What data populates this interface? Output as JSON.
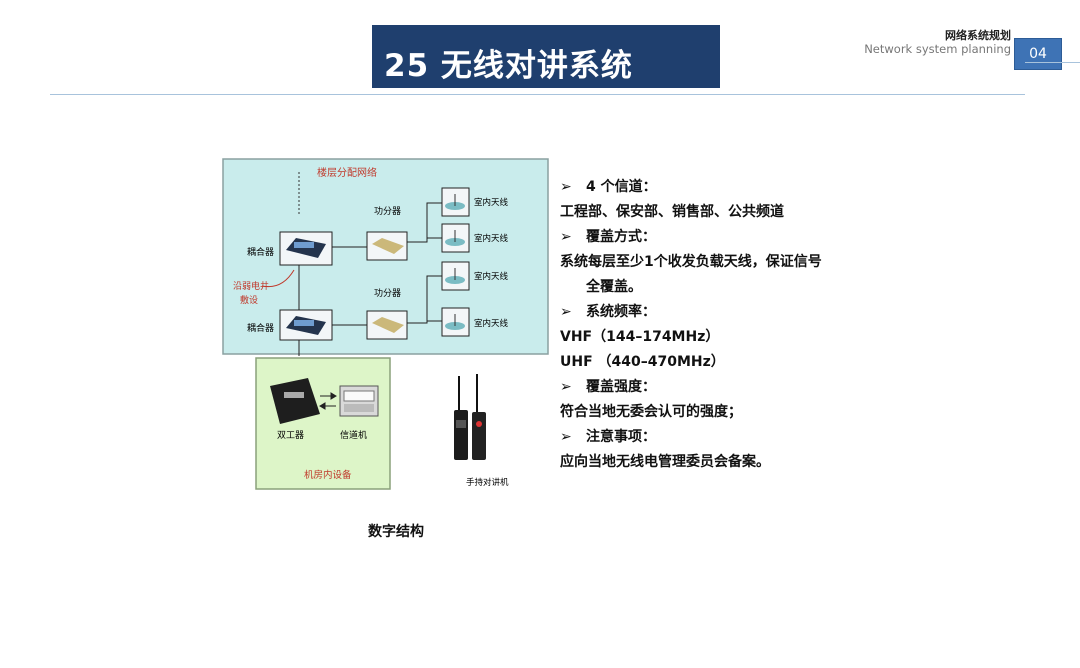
{
  "header": {
    "title": "25 无线对讲系统",
    "section_cn": "网络系统规划",
    "section_en": "Network system planning",
    "page_number": "04"
  },
  "diagram": {
    "floor_network_label": "楼层分配网络",
    "coupler_label": "耦合器",
    "splitter_label": "功分器",
    "antenna_label": "室内天线",
    "cable_label_1": "沿弱电井",
    "cable_label_2": "敷设",
    "room_label": "机房内设备",
    "duplexer_label": "双工器",
    "repeater_label": "信道机",
    "handheld_label": "手持对讲机",
    "caption": "数字结构"
  },
  "info": {
    "bullet_symbol": "➢",
    "items": [
      {
        "heading": "4 个信道：",
        "lines": [
          "工程部、保安部、销售部、公共频道"
        ]
      },
      {
        "heading": "覆盖方式：",
        "lines": [
          "系统每层至少1个收发负载天线，保证信号",
          "全覆盖。"
        ]
      },
      {
        "heading": "系统频率：",
        "lines": [
          "VHF（144–174MHz）",
          "UHF （440–470MHz）"
        ]
      },
      {
        "heading": "覆盖强度：",
        "lines": [
          "符合当地无委会认可的强度；"
        ]
      },
      {
        "heading": "注意事项：",
        "lines": [
          "应向当地无线电管理委员会备案。"
        ]
      }
    ]
  }
}
